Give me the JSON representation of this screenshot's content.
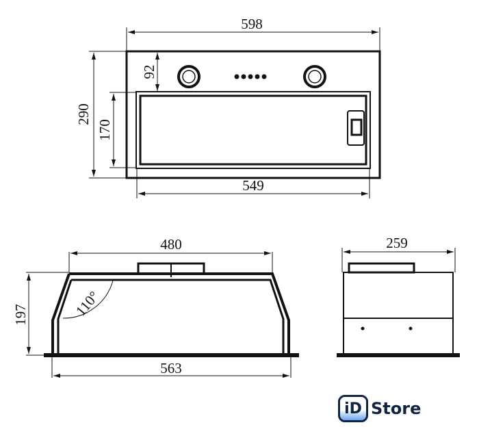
{
  "top_view": {
    "width_outer": "598",
    "height_outer": "290",
    "knob_offset": "92",
    "panel_height": "170",
    "panel_width": "549"
  },
  "front_view": {
    "top_width": "480",
    "height": "197",
    "base_width": "563",
    "angle": "110°"
  },
  "side_view": {
    "depth": "259"
  },
  "logo": {
    "mark": "iD",
    "word": "Store"
  }
}
